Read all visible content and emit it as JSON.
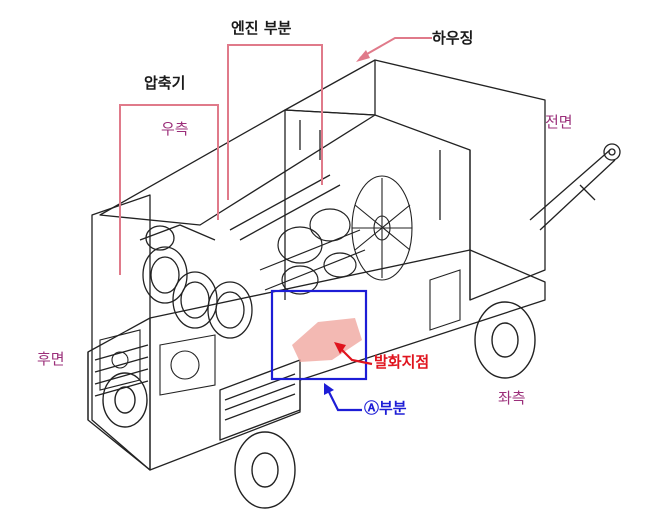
{
  "labels": {
    "engine": "엔진 부분",
    "housing": "하우징",
    "compressor": "압축기",
    "right_side": "우측",
    "front": "전면",
    "rear": "후면",
    "ignition_point": "발화지점",
    "part_a": "Ⓐ부분",
    "left_side": "좌측"
  },
  "colors": {
    "callout_pink": "#e07a8a",
    "label_purple": "#9b2f7a",
    "ignition_red": "#e0141e",
    "highlight_box_blue": "#1d1dd6",
    "fire_area": "#f0a8a0",
    "line_art": "#222222"
  },
  "icons": [
    "arrow-icon"
  ]
}
